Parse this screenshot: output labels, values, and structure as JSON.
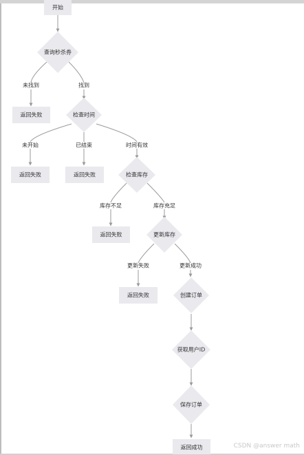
{
  "nodes": {
    "start": "开始",
    "query_coupon": "查询秒杀券",
    "fail_not_found": "返回失败",
    "check_time": "检查时间",
    "fail_not_started": "返回失败",
    "fail_ended": "返回失败",
    "check_stock": "检查库存",
    "fail_no_stock": "返回失败",
    "update_stock": "更新库存",
    "fail_update": "返回失败",
    "create_order": "创建订单",
    "get_user_id": "获取用户ID",
    "save_order": "保存订单",
    "return_success": "返回成功"
  },
  "edges": {
    "not_found": "未找到",
    "found": "找到",
    "not_started": "未开始",
    "ended": "已结束",
    "time_valid": "时间有效",
    "stock_insufficient": "库存不足",
    "stock_sufficient": "库存充足",
    "update_failed": "更新失败",
    "update_success": "更新成功"
  },
  "watermark": "CSDN @answer math",
  "colors": {
    "node_fill": "#e9e9ee",
    "edge": "#9a9a9a",
    "text": "#333333"
  }
}
